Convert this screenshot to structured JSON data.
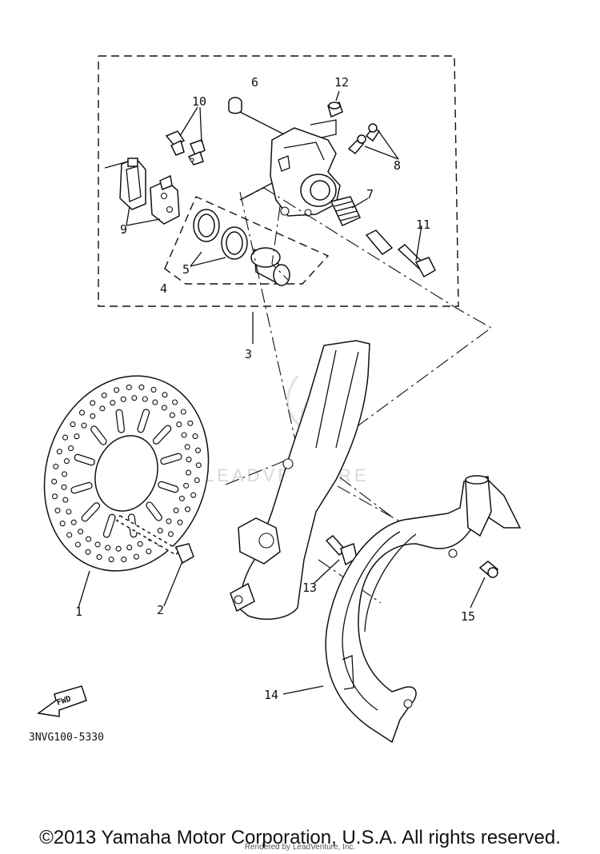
{
  "diagram": {
    "callouts": [
      {
        "id": "1",
        "label": "1"
      },
      {
        "id": "2",
        "label": "2"
      },
      {
        "id": "3",
        "label": "3"
      },
      {
        "id": "4",
        "label": "4"
      },
      {
        "id": "5",
        "label": "5"
      },
      {
        "id": "6",
        "label": "6"
      },
      {
        "id": "7",
        "label": "7"
      },
      {
        "id": "8",
        "label": "8"
      },
      {
        "id": "9",
        "label": "9"
      },
      {
        "id": "10",
        "label": "10"
      },
      {
        "id": "11",
        "label": "11"
      },
      {
        "id": "12",
        "label": "12"
      },
      {
        "id": "13",
        "label": "13"
      },
      {
        "id": "14",
        "label": "14"
      },
      {
        "id": "15",
        "label": "15"
      }
    ],
    "fwd_arrow_label": "FWD",
    "diagram_code": "3NVG100-5330",
    "watermark": "LEADVENTURE"
  },
  "footer": {
    "copyright": "©2013 Yamaha Motor Corporation, U.S.A. All rights reserved.",
    "rendered_by": "Rendered by LeadVenture, Inc."
  }
}
